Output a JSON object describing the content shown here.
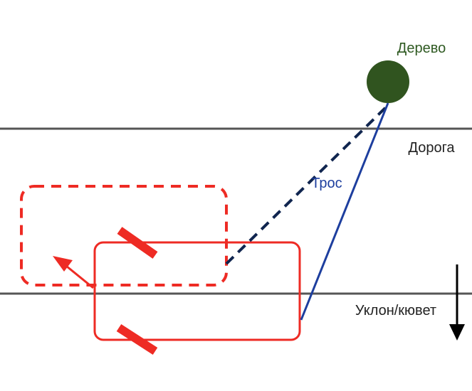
{
  "labels": {
    "tree": "Дерево",
    "road": "Дорога",
    "rope": "Трос",
    "slope": "Уклон/кювет"
  },
  "colors": {
    "tree_fill": "#30541f",
    "tree_text": "#2f5a22",
    "car": "#ee2b24",
    "rope": "#1d3e9e",
    "rope_dashed": "#10254f",
    "road_line": "#555555",
    "text": "#222222",
    "arrow": "#000000"
  },
  "icons": {
    "tree": "tree-circle",
    "direction_arrow": "arrow-down-icon"
  }
}
